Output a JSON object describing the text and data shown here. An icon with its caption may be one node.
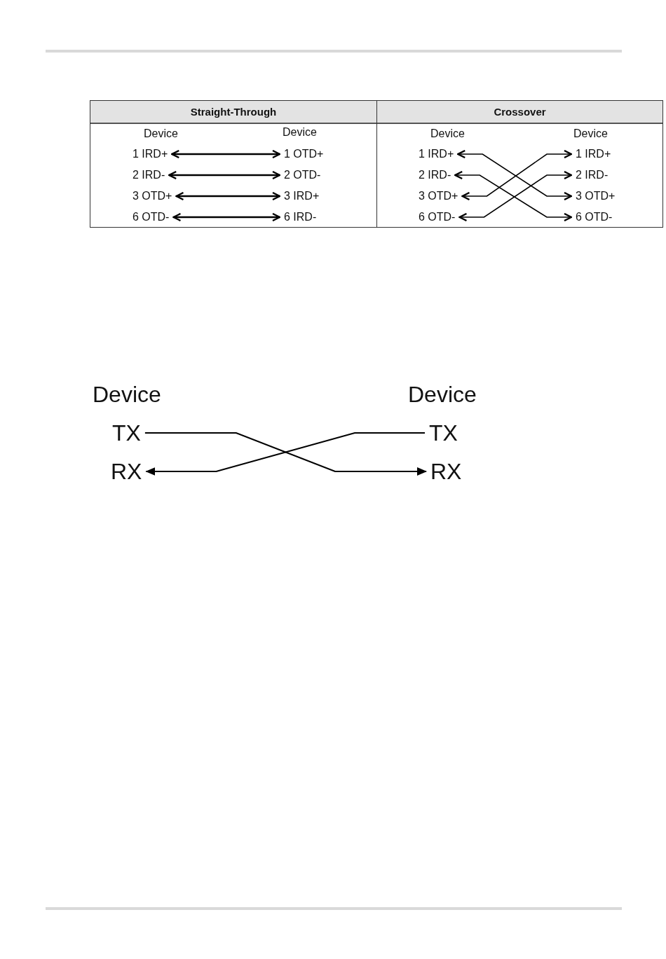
{
  "diagram": {
    "nodes": [
      {
        "text": [
          "Straight-Through"
        ]
      },
      {
        "text": [
          "1 IRD+"
        ],
        "in": 0
      },
      {
        "text": [
          "2 IRD-"
        ],
        "in": 0
      },
      {
        "text": [
          "3 OTD+"
        ],
        "in": 0
      },
      {
        "text": [
          "6 OTD-"
        ],
        "in": 0
      },
      {
        "text": [
          "1 OTD+"
        ],
        "in": 0
      },
      {
        "text": [
          "2 OTD-"
        ],
        "in": 0
      },
      {
        "text": [
          "3 IRD+"
        ],
        "in": 0
      },
      {
        "text": [
          "6 IRD-"
        ],
        "in": 0
      },
      {
        "text": [
          "Crossover"
        ]
      },
      {
        "text": [
          "1 IRD+"
        ],
        "in": 9
      },
      {
        "text": [
          "2 IRD-"
        ],
        "in": 9
      },
      {
        "text": [
          "3 OTD+"
        ],
        "in": 9
      },
      {
        "text": [
          "6 OTD-"
        ],
        "in": 9
      },
      {
        "text": [
          "1 IRD+"
        ],
        "in": 9
      },
      {
        "text": [
          "2 IRD-"
        ],
        "in": 9
      },
      {
        "text": [
          "3 OTD+"
        ],
        "in": 9
      },
      {
        "text": [
          "6 OTD-"
        ],
        "in": 9
      },
      {
        "text": [
          "TX"
        ]
      },
      {
        "text": [
          "RX"
        ]
      },
      {
        "text": [
          "TX"
        ]
      },
      {
        "text": [
          "RX"
        ]
      }
    ],
    "edges": [
      {
        "from": 1,
        "to": 5,
        "arrow": "both"
      },
      {
        "from": 2,
        "to": 6,
        "arrow": "both"
      },
      {
        "from": 3,
        "to": 7,
        "arrow": "both"
      },
      {
        "from": 4,
        "to": 8,
        "arrow": "both"
      },
      {
        "from": 10,
        "to": 16,
        "arrow": "both"
      },
      {
        "from": 11,
        "to": 17,
        "arrow": "both"
      },
      {
        "from": 12,
        "to": 14,
        "arrow": "both"
      },
      {
        "from": 13,
        "to": 15,
        "arrow": "both"
      },
      {
        "from": 18,
        "to": 21,
        "arrow": "to"
      },
      {
        "from": 20,
        "to": 19,
        "arrow": "to"
      }
    ],
    "labels": [
      "Device",
      "Device",
      "Device",
      "Device",
      "Device",
      "Device"
    ]
  }
}
